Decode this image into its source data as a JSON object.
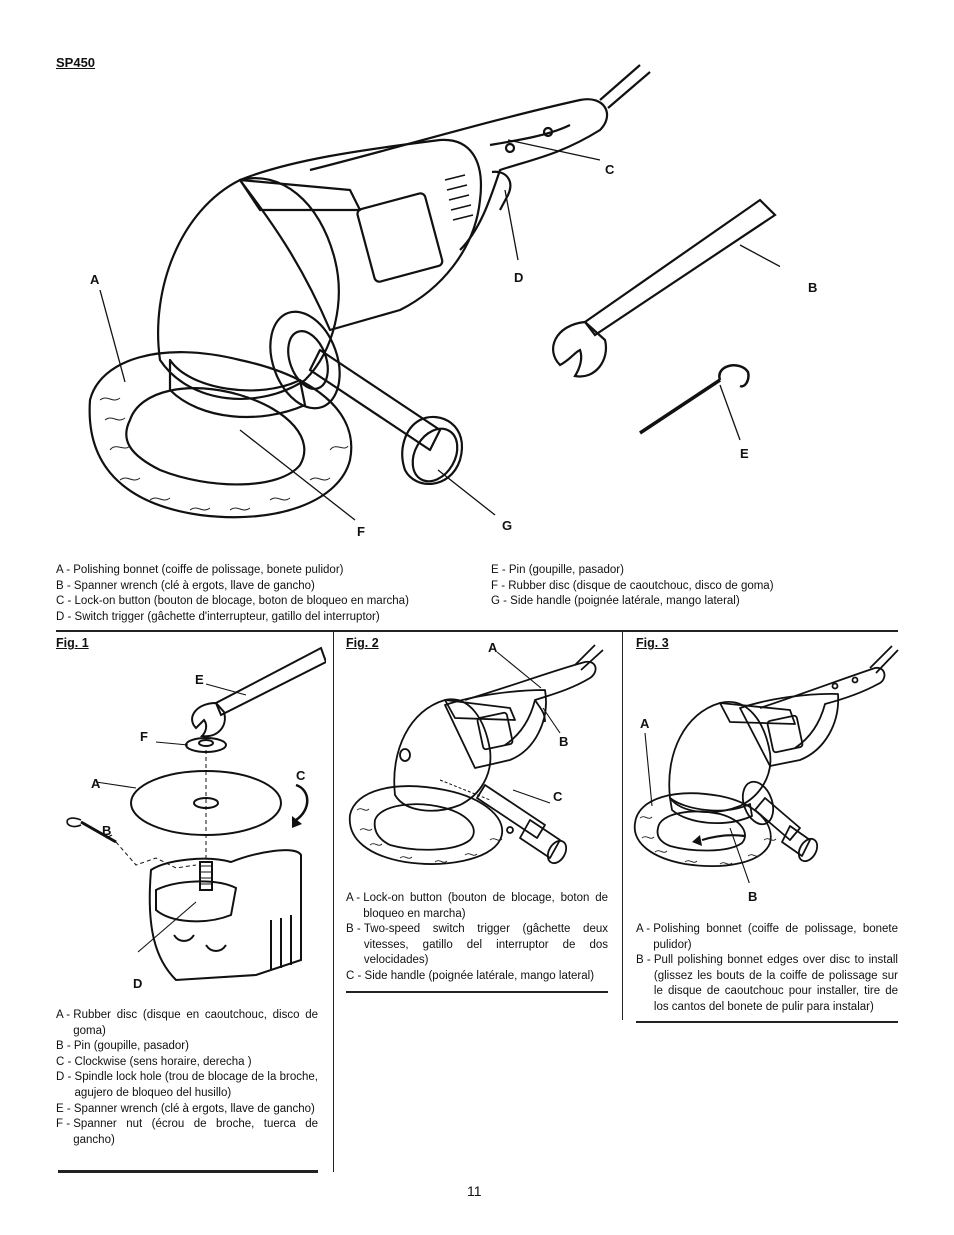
{
  "model": "SP450",
  "main_callouts": {
    "A": "A",
    "B": "B",
    "C": "C",
    "D": "D",
    "E": "E",
    "F": "F",
    "G": "G"
  },
  "main_legend_left": [
    "A - Polishing bonnet (coiffe de polissage, bonete pulidor)",
    "B - Spanner wrench (clé à ergots, llave de gancho)",
    "C - Lock-on button (bouton de blocage, boton de bloqueo en marcha)",
    "D - Switch trigger (gâchette d'interrupteur, gatillo del interruptor)"
  ],
  "main_legend_right": [
    "E - Pin (goupille, pasador)",
    "F - Rubber disc (disque de caoutchouc, disco de goma)",
    "G - Side handle (poignée latérale, mango lateral)"
  ],
  "fig1": {
    "title": "Fig. 1",
    "callouts": {
      "A": "A",
      "B": "B",
      "C": "C",
      "D": "D",
      "E": "E",
      "F": "F"
    },
    "captions": [
      {
        "key": "A - ",
        "text": "Rubber disc (disque en caoutchouc, disco de goma)"
      },
      {
        "key": "B - ",
        "text": "Pin (goupille, pasador)"
      },
      {
        "key": "C - ",
        "text": "Clockwise (sens horaire, derecha )"
      },
      {
        "key": "D - ",
        "text": "Spindle lock hole (trou de blocage de la broche, agujero de bloqueo del husillo)"
      },
      {
        "key": "E - ",
        "text": "Spanner wrench (clé à ergots, llave de gancho)"
      },
      {
        "key": "F - ",
        "text": "Spanner nut (écrou de broche, tuerca de gancho)"
      }
    ]
  },
  "fig2": {
    "title": "Fig. 2",
    "callouts": {
      "A": "A",
      "B": "B",
      "C": "C"
    },
    "captions": [
      {
        "key": "A - ",
        "text": "Lock-on button (bouton de blocage, boton de bloqueo en marcha)"
      },
      {
        "key": "B - ",
        "text": "Two-speed switch trigger (gâchette deux vitesses, gatillo del interruptor de dos velocidades)"
      },
      {
        "key": "C - ",
        "text": "Side handle (poignée latérale, mango lateral)"
      }
    ]
  },
  "fig3": {
    "title": "Fig. 3",
    "callouts": {
      "A": "A",
      "B": "B"
    },
    "captions": [
      {
        "key": "A - ",
        "text": "Polishing bonnet (coiffe de polissage, bonete pulidor)"
      },
      {
        "key": "B - ",
        "text": "Pull polishing bonnet edges over disc to install (glissez les bouts de la coiffe de polissage sur le disque de caoutchouc pour installer, tire de los cantos del bonete de pulir para instalar)"
      }
    ]
  },
  "page_number": "11"
}
